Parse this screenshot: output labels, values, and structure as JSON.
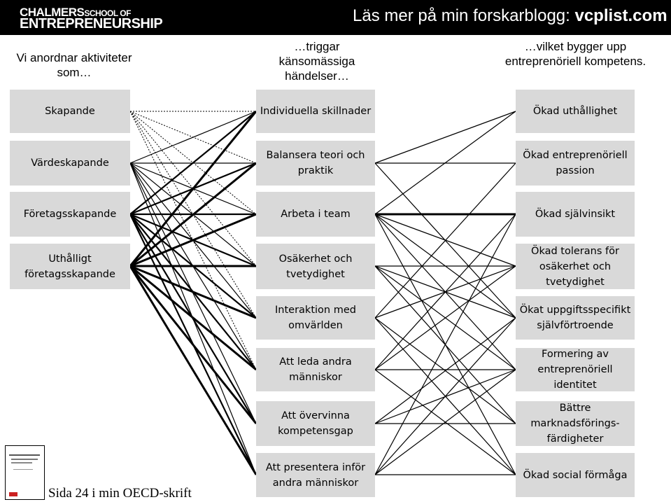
{
  "header": {
    "logo_line1": "CHALMERS",
    "logo_line1b": "SCHOOL OF",
    "logo_line2": "ENTREPRENEURSHIP",
    "blog_prefix": "Läs mer på min forskarblogg: ",
    "blog_url": "vcplist.com"
  },
  "columns": {
    "left_header": "Vi anordnar aktiviteter som…",
    "middle_header": "…triggar känsomässiga händelser…",
    "right_header": "…vilket bygger upp entreprenöriell kompetens."
  },
  "activities": [
    "Skapande",
    "Värdeskapande",
    "Företagsskapande",
    "Uthålligt företagsskapande"
  ],
  "events": [
    "Individuella skillnader",
    "Balansera teori och praktik",
    "Arbeta i team",
    "Osäkerhet och tvetydighet",
    "Interaktion med omvärlden",
    "Att leda andra människor",
    "Att övervinna kompetensgap",
    "Att presentera inför andra människor"
  ],
  "competencies": [
    "Ökad uthållighet",
    "Ökad entreprenöriell passion",
    "Ökad självinsikt",
    "Ökad tolerans för osäkerhet och tvetydighet",
    "Ökat uppgiftsspecifikt självförtroende",
    "Formering av entreprenöriell identitet",
    "Bättre marknadsförings-färdigheter",
    "Ökad social förmåga"
  ],
  "footer": {
    "caption": "Sida 24 i min OECD-skrift"
  },
  "colors": {
    "box_fill": "#d9d9d9",
    "topbar": "#000000"
  }
}
